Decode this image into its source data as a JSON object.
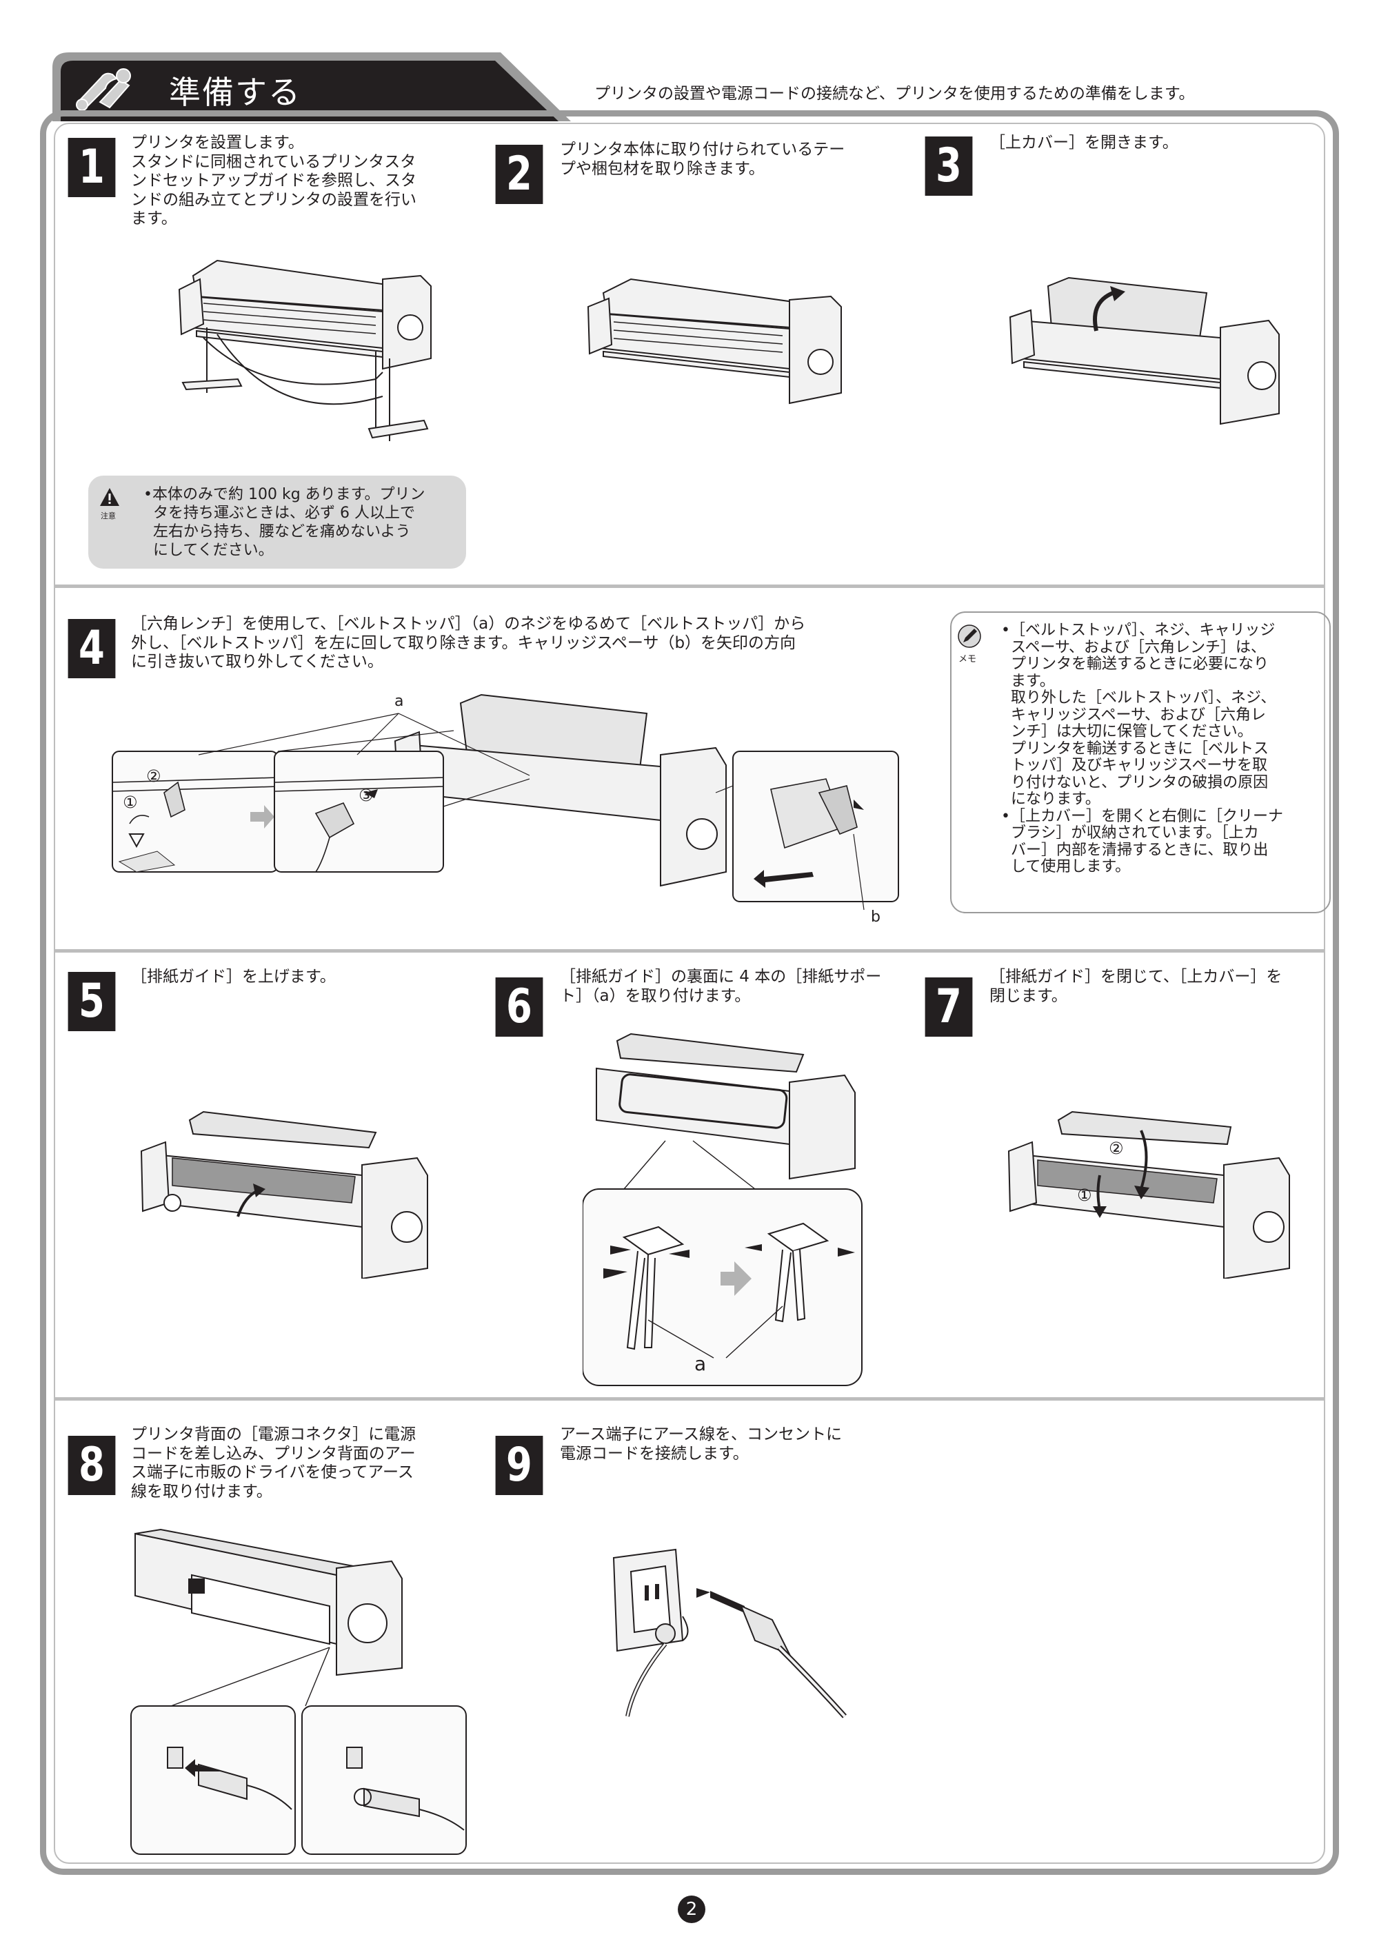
{
  "header": {
    "title": "準備する",
    "description": "プリンタの設置や電源コードの接続など、プリンタを使用するための準備をします。",
    "icon": "tools-icon"
  },
  "steps": [
    {
      "number": "1",
      "lines": [
        "プリンタを設置します。",
        "スタンドに同梱されているプリンタスタ",
        "ンドセットアップガイドを参照し、スタ",
        "ンドの組み立てとプリンタの設置を行い",
        "ます。"
      ]
    },
    {
      "number": "2",
      "lines": [
        "プリンタ本体に取り付けられているテー",
        "プや梱包材を取り除きます。"
      ]
    },
    {
      "number": "3",
      "lines": [
        "［上カバー］を開きます。"
      ]
    },
    {
      "number": "4",
      "lines": [
        "［六角レンチ］を使用して、［ベルトストッパ］（a）のネジをゆるめて［ベルトストッパ］から",
        "外し、［ベルトストッパ］を左に回して取り除きます。キャリッジスペーサ（b）を矢印の方向",
        "に引き抜いて取り外してください。"
      ]
    },
    {
      "number": "5",
      "lines": [
        "［排紙ガイド］を上げます。"
      ]
    },
    {
      "number": "6",
      "lines": [
        "［排紙ガイド］の裏面に 4 本の［排紙サポー",
        "ト］（a）を取り付けます。"
      ]
    },
    {
      "number": "7",
      "lines": [
        "［排紙ガイド］を閉じて、［上カバー］を",
        "閉じます。"
      ]
    },
    {
      "number": "8",
      "lines": [
        "プリンタ背面の［電源コネクタ］に電源",
        "コードを差し込み、プリンタ背面のアー",
        "ス端子に市販のドライバを使ってアース",
        "線を取り付けます。"
      ]
    },
    {
      "number": "9",
      "lines": [
        "アース端子にアース線を、コンセントに",
        "電源コードを接続します。"
      ]
    }
  ],
  "caution": {
    "caption": "注意",
    "icon": "warning-icon",
    "lines": [
      "•本体のみで約 100 kg あります。プリン",
      "タを持ち運ぶときは、必ず 6 人以上で",
      "左右から持ち、腰などを痛めないよう",
      "にしてください。"
    ]
  },
  "memo": {
    "caption": "メモ",
    "icon": "memo-pen-icon",
    "lines": [
      "•［ベルトストッパ］、ネジ、キャリッジ",
      "スペーサ、および［六角レンチ］は、",
      "プリンタを輸送するときに必要になり",
      "ます。",
      "取り外した［ベルトストッパ］、ネジ、",
      "キャリッジスペーサ、および［六角レ",
      "ンチ］は大切に保管してください。",
      "プリンタを輸送するときに［ベルトス",
      "トッパ］及びキャリッジスペーサを取",
      "り付けないと、プリンタの破損の原因",
      "になります。",
      "•［上カバー］を開くと右側に［クリーナ",
      "ブラシ］が収納されています。［上カ",
      "バー］内部を清掃するときに、取り出",
      "して使用します。"
    ]
  },
  "figure_labels": {
    "step4_a": "a",
    "step4_b": "b",
    "step4_circle1": "①",
    "step4_circle2": "②",
    "step4_circle3": "③",
    "step6_a": "a",
    "step7_circle1": "①",
    "step7_circle2": "②"
  },
  "page_number": "2",
  "colors": {
    "text": "#231f20",
    "frame": "#9b9b9b",
    "caution_bg": "#d9d9d9",
    "arrow_gray": "#b3b3b3"
  }
}
